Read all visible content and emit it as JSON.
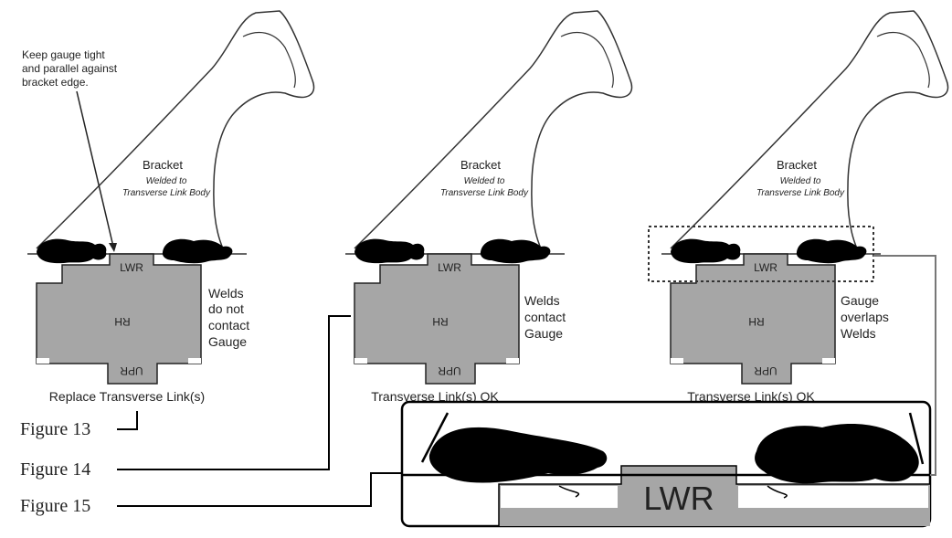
{
  "colors": {
    "gauge_fill": "#a6a6a6",
    "ink": "#000000",
    "outline": "#333333",
    "text": "#222222",
    "background": "#ffffff"
  },
  "note": {
    "line1": "Keep gauge tight",
    "line2": "and parallel against",
    "line3": "bracket edge."
  },
  "panels": [
    {
      "bracket_label": "Bracket",
      "bracket_sub1": "Welded to",
      "bracket_sub2": "Transverse Link Body",
      "gauge_top": "LWR",
      "gauge_mid": "RH",
      "gauge_bottom": "UPR",
      "side1": "Welds",
      "side2": "do not",
      "side3": "contact",
      "side4": "Gauge",
      "caption": "Replace Transverse Link(s)"
    },
    {
      "bracket_label": "Bracket",
      "bracket_sub1": "Welded to",
      "bracket_sub2": "Transverse Link Body",
      "gauge_top": "LWR",
      "gauge_mid": "RH",
      "gauge_bottom": "UPR",
      "side1": "Welds",
      "side2": "contact",
      "side3": "Gauge",
      "caption": "Transverse Link(s) OK"
    },
    {
      "bracket_label": "Bracket",
      "bracket_sub1": "Welded to",
      "bracket_sub2": "Transverse Link Body",
      "gauge_top": "LWR",
      "gauge_mid": "RH",
      "gauge_bottom": "UPR",
      "side1": "Gauge",
      "side2": "overlaps",
      "side3": "Welds",
      "caption": "Transverse Link(s) OK"
    }
  ],
  "figures": [
    "Figure 13",
    "Figure 14",
    "Figure 15"
  ],
  "zoom_label": "LWR"
}
